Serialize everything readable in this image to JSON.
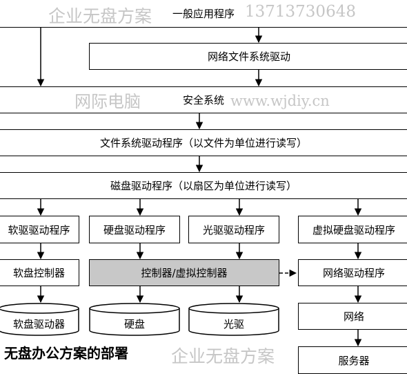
{
  "watermarks": {
    "company_top": "企业无盘方案",
    "phone": "13713730648",
    "netcafe": "网际电脑",
    "website": "www.wjdiy.cn",
    "company_bottom": "企业无盘方案"
  },
  "layers": {
    "general_app": "一般应用程序",
    "network_fs_driver": "网络文件系统驱动",
    "security_system": "安全系统",
    "file_system_driver": "文件系统驱动程序（以文件为单位进行读写）",
    "disk_driver": "磁盘驱动程序（以扇区为单位进行读写）"
  },
  "drivers": {
    "floppy_driver": "软驱驱动程序",
    "hdd_driver": "硬盘驱动程序",
    "optical_driver": "光驱驱动程序",
    "virtual_hdd_driver": "虚拟硬盘驱动程序"
  },
  "controllers": {
    "floppy_controller": "软盘控制器",
    "virtual_controller": "控制器/虚拟控制器",
    "network_driver": "网络驱动程序"
  },
  "devices": {
    "floppy_drive": "软盘驱动器",
    "hard_disk": "硬盘",
    "optical_drive": "光驱",
    "network": "网络",
    "server": "服务器"
  },
  "caption": "无盘办公方案的部署",
  "colors": {
    "line": "#000000",
    "controller_fill": "#c8c8c8",
    "watermark": "#c6c6c6"
  }
}
